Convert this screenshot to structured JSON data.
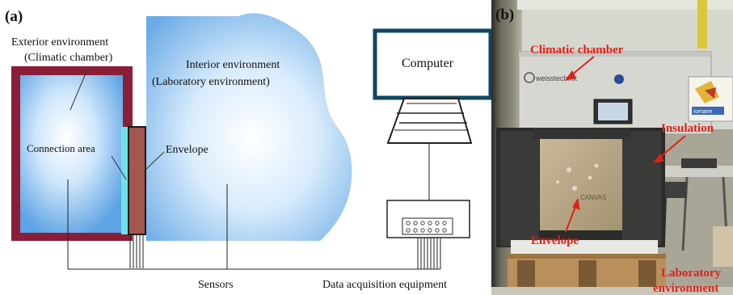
{
  "panel_a": {
    "letter": "(a)",
    "exterior_line1": "Exterior environment",
    "exterior_line2": "(Climatic chamber)",
    "interior_line1": "Interior environment",
    "interior_line2": "(Laboratory environment)",
    "connection_area": "Connection area",
    "envelope": "Envelope",
    "computer": "Computer",
    "sensors": "Sensors",
    "daq": "Data acquisition equipment"
  },
  "panel_b": {
    "letter": "(b)",
    "climatic_chamber": "Climatic chamber",
    "insulation": "Insulation",
    "envelope": "Envelope",
    "laboratory_line1": "Laboratory",
    "laboratory_line2": "environment",
    "brand_text": "weisstechnik",
    "poster_text": "Iomaire",
    "sample_text": "CANVAS"
  },
  "colors": {
    "chamber_frame": "#8a1e38",
    "envelope_fill": "#a4574f",
    "connection_strip": "#6fe0ea",
    "monitor_frame": "#0f4760",
    "annotation_red": "#e0201a"
  }
}
